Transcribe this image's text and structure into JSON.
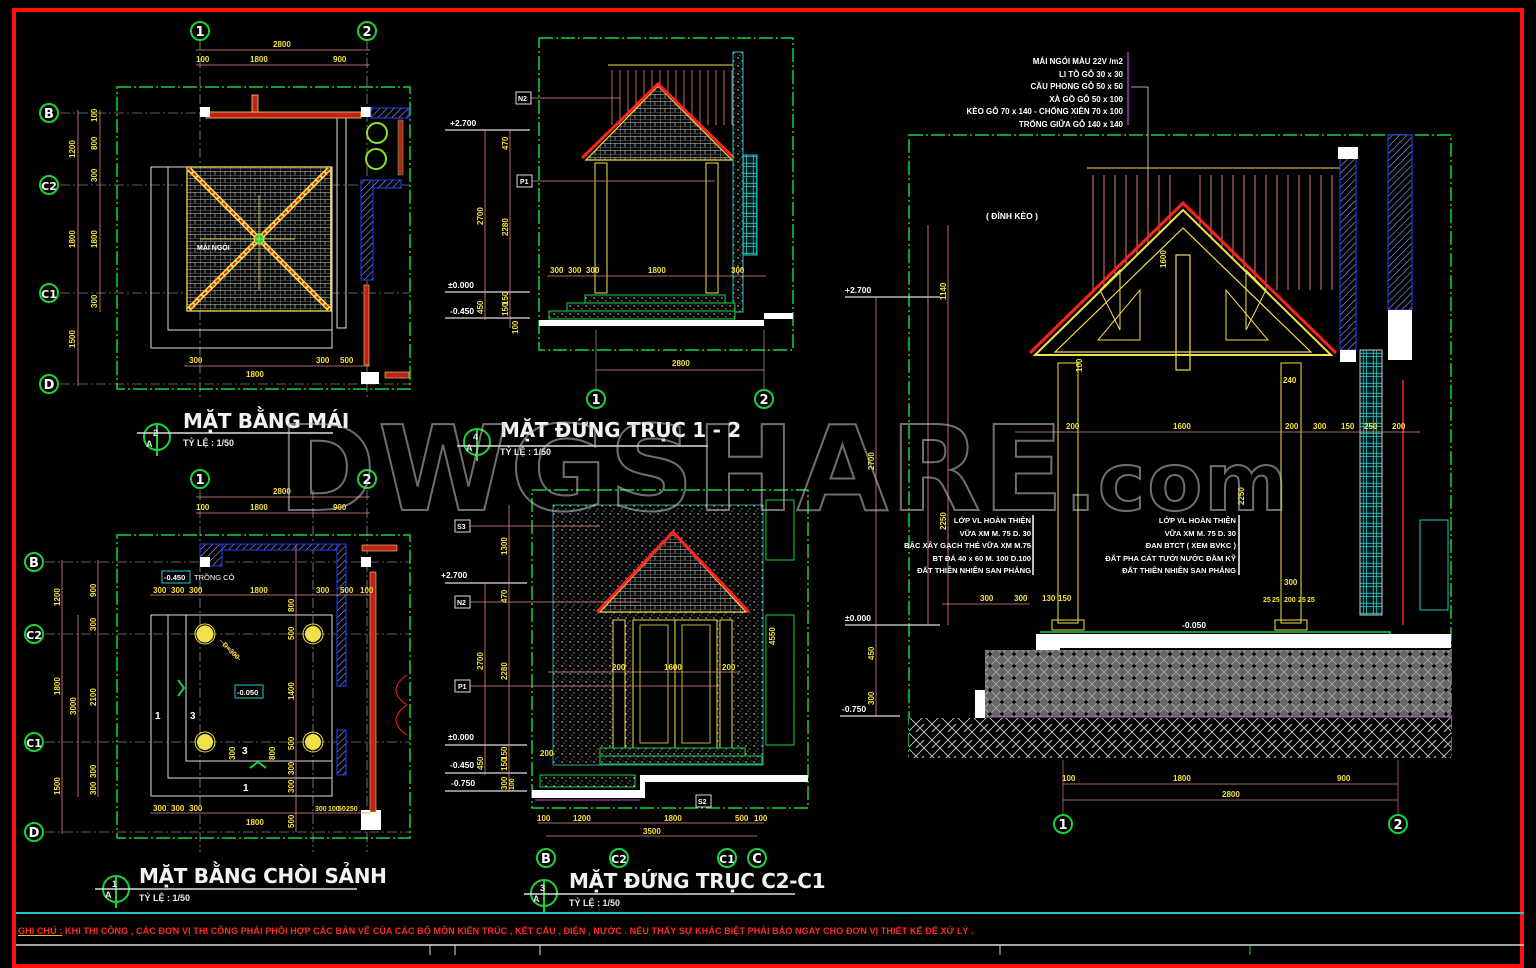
{
  "watermark": {
    "text": "DWGSHARE",
    "suffix": ".com"
  },
  "views": [
    {
      "id": "roof-plan",
      "number": "2",
      "sheet": "A",
      "sheet_suffix": "-",
      "title": "MẶT BẰNG MÁI",
      "scale": "TỶ LỆ : 1/50",
      "axes_x": [
        "1",
        "2"
      ],
      "axes_y": [
        "B",
        "C2",
        "C1",
        "D"
      ],
      "dims_top": [
        "2800",
        "100",
        "1800",
        "900"
      ],
      "dims_left_outer": [
        "1200",
        "1800",
        "1500"
      ],
      "dims_left_inner": [
        "100",
        "800",
        "300",
        "1800",
        "300"
      ],
      "dims_bottom": [
        "300",
        "1800",
        "300",
        "500"
      ],
      "center_label": "MÁI NGÓI"
    },
    {
      "id": "elevation-1-2",
      "number": "4",
      "sheet": "A",
      "sheet_suffix": "-",
      "title": "MẶT ĐỨNG TRỤC 1 - 2",
      "scale": "TỶ LỆ : 1/50",
      "axes_x": [
        "1",
        "2"
      ],
      "levels": [
        "+2.700",
        "±0.000",
        "-0.450"
      ],
      "tags": [
        "N2",
        "P1"
      ],
      "dims_vertical": [
        "2700",
        "470",
        "2280",
        "450",
        "150",
        "150",
        "100"
      ],
      "dims_horizontal": [
        "300",
        "300",
        "300",
        "1800",
        "300"
      ],
      "dim_total": "2800"
    },
    {
      "id": "section",
      "materials": [
        "MÁI NGÓI MÀU 22V /m2",
        "LI TÔ GỖ 30 x 30",
        "CẦU PHONG GỖ 50 x 50",
        "XÀ GỒ GỖ 50 x 100",
        "KÈO GỖ 70 x 140 - CHỐNG XIÊN 70 x 100",
        "TRỐNG GIỮA GỖ 140 x 140"
      ],
      "ridge_label": "( ĐỈNH KÈO )",
      "levels": [
        "+2.700",
        "±0.000",
        "-0.750",
        "-0.050"
      ],
      "layers_left": [
        "LỚP VL HOÀN THIỆN",
        "VỮA XM M. 75 D. 30",
        "BẬC XÂY GẠCH THẺ VỮA XM M.75",
        "BT ĐÁ 40 x 60 M. 100 D.100",
        "ĐẤT THIÊN NHIÊN SAN PHẲNG"
      ],
      "layers_right": [
        "LỚP VL HOÀN THIỆN",
        "VỮA XM M. 75 D. 30",
        "ĐAN BTCT ( XEM BVKC )",
        "ĐẤT PHA CÁT TƯỚI NƯỚC ĐẦM KỸ",
        "ĐẤT THIÊN NHIÊN SAN PHẲNG"
      ],
      "dims_vertical": [
        "1140",
        "2700",
        "2250",
        "2250",
        "1600",
        "100",
        "450",
        "300"
      ],
      "dims_mid": [
        "200",
        "1600",
        "200",
        "300",
        "150",
        "250",
        "200",
        "240"
      ],
      "dims_steps": [
        "300",
        "300",
        "130",
        "150"
      ],
      "dims_base": [
        "300",
        "25",
        "25",
        "200",
        "25",
        "25"
      ],
      "dims_bottom": [
        "100",
        "1800",
        "900"
      ],
      "dim_total": "2800",
      "axes_x": [
        "1",
        "2"
      ]
    },
    {
      "id": "lobby-plan",
      "number": "1",
      "sheet": "A",
      "sheet_suffix": "-",
      "title": "MẶT BẰNG CHÒI SẢNH",
      "scale": "TỶ LỆ : 1/50",
      "axes_x": [
        "1",
        "2"
      ],
      "axes_y": [
        "B",
        "C2",
        "C1",
        "D"
      ],
      "dims_top": [
        "2800",
        "100",
        "1800",
        "900"
      ],
      "dims_left_outer": [
        "1200",
        "1800",
        "1500"
      ],
      "dims_left_mid": [
        "3000"
      ],
      "dims_left_inner": [
        "900",
        "300",
        "2100",
        "300",
        "300"
      ],
      "dims_row": [
        "300",
        "300",
        "300",
        "1800",
        "300",
        "500",
        "100"
      ],
      "dims_bottom": [
        "300",
        "300",
        "300",
        "1800",
        "300",
        "100",
        "50",
        "250"
      ],
      "dims_inner_vertical": [
        "800",
        "500",
        "1400",
        "500",
        "300",
        "300",
        "500",
        "300",
        "800"
      ],
      "level_tags": [
        "-0.450",
        "-0.050"
      ],
      "grass_label": "TRỒNG CỎ",
      "column_label": "D=300",
      "step_labels": [
        "1",
        "3",
        "3",
        "1"
      ]
    },
    {
      "id": "elevation-c2-c1",
      "number": "3",
      "sheet": "A",
      "sheet_suffix": "-",
      "title": "MẶT ĐỨNG TRỤC C2-C1",
      "scale": "TỶ LỆ : 1/50",
      "axes_x": [
        "B",
        "C2",
        "C1",
        "C"
      ],
      "levels": [
        "+2.700",
        "±0.000",
        "-0.450",
        "-0.750"
      ],
      "tags": [
        "S3",
        "N2",
        "P1",
        "S2"
      ],
      "dims_vertical": [
        "1300",
        "470",
        "2700",
        "2280",
        "450",
        "150",
        "150",
        "300",
        "100",
        "4550"
      ],
      "dims_mid": [
        "200",
        "1600",
        "200",
        "200"
      ],
      "dims_bottom": [
        "100",
        "1200",
        "1800",
        "500",
        "100"
      ],
      "dim_total": "3500"
    }
  ],
  "footer": {
    "note_label": "GHI CHÚ :",
    "note_text": "KHI THI CÔNG , CÁC ĐƠN VỊ THI CÔNG PHẢI PHỐI HỢP CÁC BẢN VẼ CỦA CÁC BỘ MÔN KIẾN TRÚC , KẾT CẤU , ĐIỆN , NƯỚC . NẾU THẤY SỰ KHÁC BIỆT PHẢI BÁO NGAY CHO ĐƠN VỊ THIẾT KẾ ĐỂ XỬ LÝ ."
  },
  "colors": {
    "background": "#000000",
    "frame": "#ff1010",
    "axis": "#19d23c",
    "dimension": "#e88a8a",
    "dim_text": "#f7e23a",
    "roof": "#ff2020",
    "structure": "#f0e04a",
    "glass": "#29c6c6",
    "hatch": "#2a3cff"
  }
}
